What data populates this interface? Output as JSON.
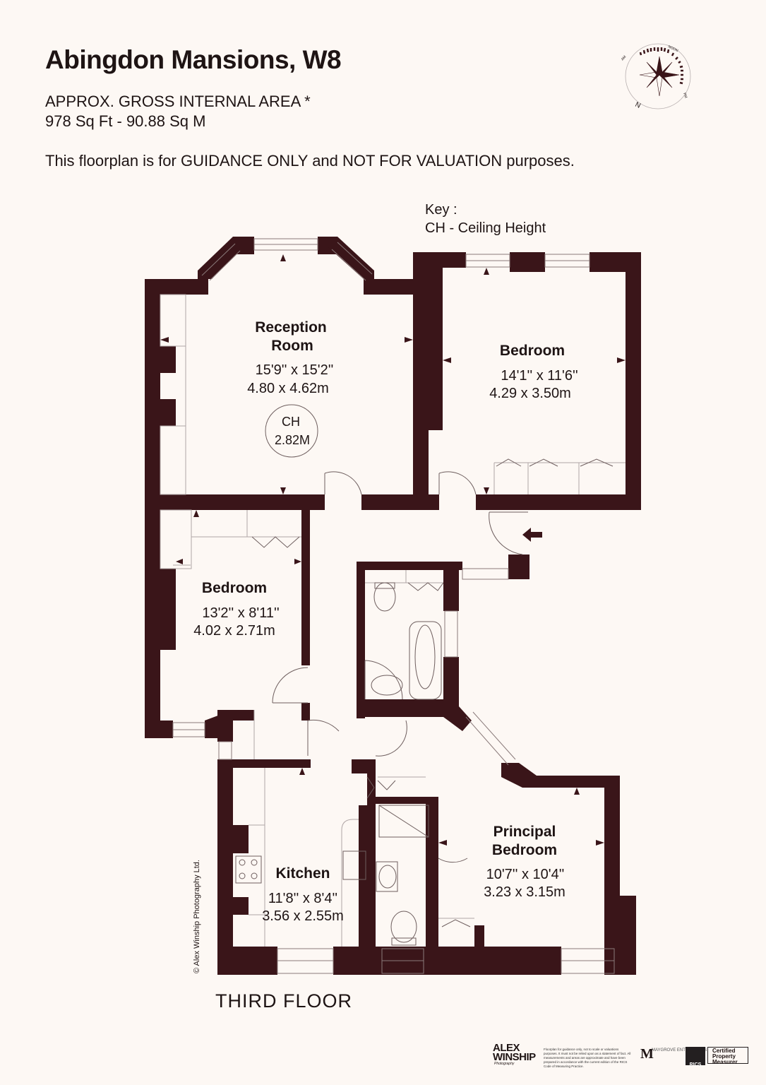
{
  "header": {
    "title": "Abingdon Mansions, W8",
    "area_label": "APPROX. GROSS INTERNAL  AREA *",
    "area_value": "978 Sq Ft  -  90.88 Sq M",
    "disclaimer": "This floorplan is for GUIDANCE ONLY and NOT FOR VALUATION purposes."
  },
  "key": {
    "title": "Key :",
    "item": "CH - Ceiling Height"
  },
  "compass": {
    "north": "N",
    "top": "NOON",
    "am": "AM",
    "pm": "PM"
  },
  "rooms": {
    "reception": {
      "name1": "Reception",
      "name2": "Room",
      "imperial": "15'9'' x 15'2''",
      "metric": "4.80 x 4.62m"
    },
    "ceiling": {
      "label": "CH",
      "value": "2.82M"
    },
    "bedroom_ne": {
      "name": "Bedroom",
      "imperial": "14'1'' x 11'6''",
      "metric": "4.29 x 3.50m"
    },
    "bedroom_w": {
      "name": "Bedroom",
      "imperial": "13'2'' x 8'11''",
      "metric": "4.02 x 2.71m"
    },
    "principal": {
      "name1": "Principal",
      "name2": "Bedroom",
      "imperial": "10'7'' x 10'4''",
      "metric": "3.23 x 3.15m"
    },
    "kitchen": {
      "name": "Kitchen",
      "imperial": "11'8'' x 8'4''",
      "metric": "3.56 x 2.55m"
    }
  },
  "floor_label": "THIRD FLOOR",
  "copyright": "© Alex Winship Photography Ltd.",
  "footer": {
    "logo_line1": "ALEX",
    "logo_line2": "WINSHIP",
    "logo_sub": "Photography",
    "disclaimer": "Floorplan for guidance only, not to scale or valuations purposes. It must not be relied upon as a statement of fact. All measurements and areas are approximate and have been prepared in accordance with the current edition of the RICS Code of Measuring Practice.",
    "maygrove_mark": "M",
    "maygrove_name": "MAYGROVE ENTERPRISES",
    "rics": "RICS",
    "cpm": "Certified Property Measurer"
  },
  "colors": {
    "wall": "#3a1519",
    "background": "#fdf8f4",
    "line": "#b0a6a6"
  }
}
